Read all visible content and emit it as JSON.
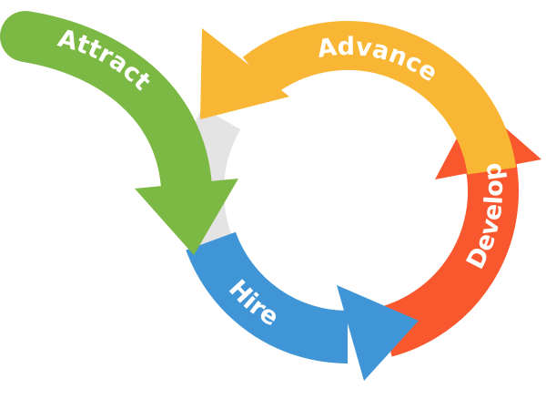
{
  "diagram": {
    "type": "cycle",
    "stages": [
      {
        "id": "attract",
        "label": "Attract",
        "color": "#7cb844"
      },
      {
        "id": "hire",
        "label": "Hire",
        "color": "#3f95d5"
      },
      {
        "id": "develop",
        "label": "Develop",
        "color": "#f9582e"
      },
      {
        "id": "advance",
        "label": "Advance",
        "color": "#f8b634"
      }
    ],
    "ring_color": "#e4e4e4"
  }
}
